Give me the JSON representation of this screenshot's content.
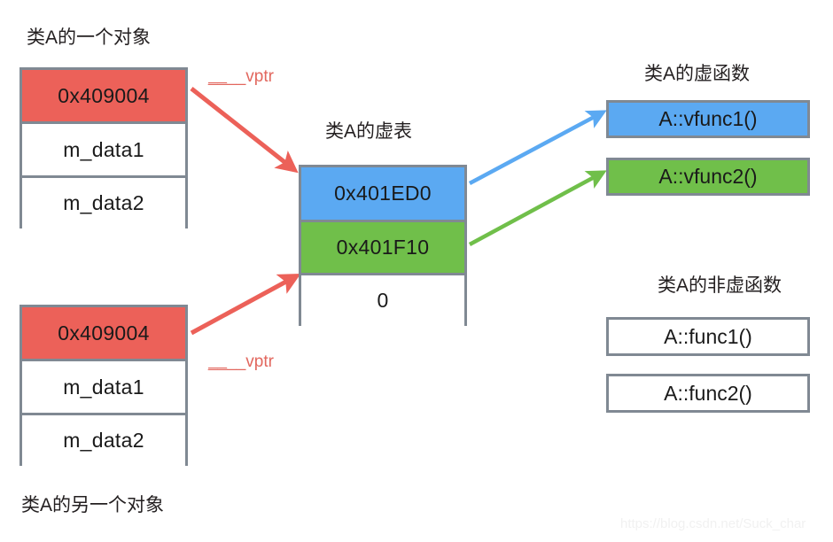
{
  "diagram": {
    "title_top_left": "类A的一个对象",
    "title_bottom_left": "类A的另一个对象",
    "title_vtable": "类A的虚表",
    "title_virtual_funcs": "类A的虚函数",
    "title_nonvirtual_funcs": "类A的非虚函数",
    "watermark": "https://blog.csdn.net/Suck_char"
  },
  "object_top": {
    "vptr_value": "0x409004",
    "member1": "m_data1",
    "member2": "m_data2",
    "pointer_label": "__vptr"
  },
  "object_bottom": {
    "vptr_value": "0x409004",
    "member1": "m_data1",
    "member2": "m_data2",
    "pointer_label": "__vptr"
  },
  "vtable": {
    "slot1": "0x401ED0",
    "slot2": "0x401F10",
    "slot3": "0"
  },
  "virtual_functions": {
    "func1": "A::vfunc1()",
    "func2": "A::vfunc2()"
  },
  "nonvirtual_functions": {
    "func1": "A::func1()",
    "func2": "A::func2()"
  },
  "colors": {
    "red": "#ec6159",
    "blue": "#5ba9f2",
    "green": "#70bf4a",
    "border_gray": "#808993",
    "text": "#231f20"
  }
}
